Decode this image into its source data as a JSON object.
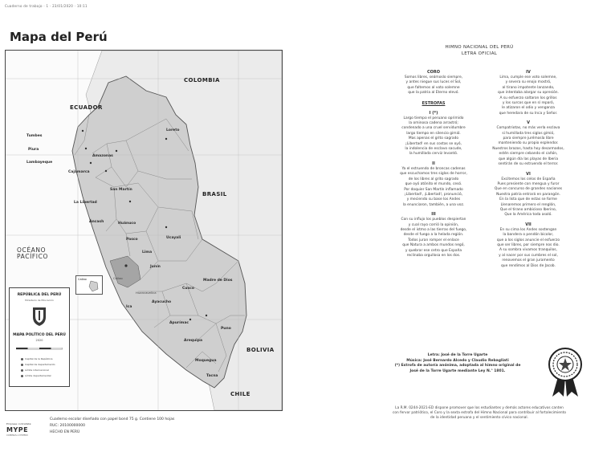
{
  "header": {
    "running_text": "Cuaderno de trabajo · 1 · 23/01/2020 · 10:11"
  },
  "map_page": {
    "title": "Mapa del Perú",
    "countries": [
      {
        "key": "colombia",
        "label": "COLOMBIA"
      },
      {
        "key": "ecuador",
        "label": "ECUADOR"
      },
      {
        "key": "brasil",
        "label": "BRASIL"
      },
      {
        "key": "bolivia",
        "label": "BOLIVIA"
      },
      {
        "key": "chile",
        "label": "CHILE"
      }
    ],
    "ocean_label": "OCÉANO PACÍFICO",
    "regions": [
      "Tumbes",
      "Piura",
      "Lambayeque",
      "Cajamarca",
      "Amazonas",
      "Loreto",
      "San Martín",
      "La Libertad",
      "Áncash",
      "Huánuco",
      "Pasco",
      "Ucayali",
      "Lima",
      "Junín",
      "Callao",
      "Huancavelica",
      "Ica",
      "Ayacucho",
      "Apurímac",
      "Cusco",
      "Madre de Dios",
      "Puno",
      "Arequipa",
      "Moquegua",
      "Tacna"
    ],
    "inset_label": "Callao",
    "legend": {
      "title": "REPÚBLICA DEL PERÚ",
      "subtitle": "Ministerio de Educación",
      "map_title": "MAPA POLÍTICO DEL PERÚ",
      "year": "2020",
      "symbols": [
        "Capital de la República",
        "Capital de departamento",
        "Límite internacional",
        "Límite departamental"
      ]
    },
    "publisher_logo": {
      "top": "Empresa contratista:",
      "name": "MYPE",
      "under": "COMPRAS A MYPERÚ"
    },
    "footer_lines": [
      "Cuaderno escolar diseñado con papel bond 75 g. Contiene 100 hojas",
      "RUC: 20100000000",
      "HECHO EN PERÚ"
    ]
  },
  "anthem_page": {
    "title_line1": "HIMNO NACIONAL DEL PERÚ",
    "title_line2": "LETRA OFICIAL",
    "coro": {
      "heading": "CORO",
      "lines": [
        "Somos libres, seámoslo siempre,",
        "y antes niegue sus luces el Sol,",
        "que faltemos al voto solemne",
        "que la patria al Eterno elevó."
      ]
    },
    "estrofas_heading": "ESTROFAS",
    "left_stanzas": [
      {
        "num": "I (*)",
        "lines": [
          "Largo tiempo el peruano oprimido",
          "la ominosa cadena arrastró;",
          "condenado a una cruel servidumbre",
          "largo tiempo en silencio gimió.",
          "Mas apenas el grito sagrado",
          "¡Libertad! en sus costas se oyó,",
          "la indolencia de esclavo sacude,",
          "la humillada cerviz levantó."
        ]
      },
      {
        "num": "II",
        "lines": [
          "Ya el estruendo de broncas cadenas",
          "que escuchamos tres siglos de horror,",
          "de los libres al grito sagrado",
          "que oyó atónito el mundo, cesó.",
          "Por doquier San Martín inflamado",
          "¡Libertad!, ¡Libertad!, pronunció,",
          "y meciendo su base los Andes",
          "la enunciaron, también, a una voz."
        ]
      },
      {
        "num": "III",
        "lines": [
          "Con su influjo los pueblos despiertan",
          "y cual rayo corrió la opinión,",
          "desde el istmo a las tierras del fuego,",
          "desde el fuego a la helada región.",
          "Todos juran romper el enlace",
          "que Natura a ambos mundos negó,",
          "y quebrar ese cetro que España",
          "reclinaba orgullosa en los dos."
        ]
      }
    ],
    "right_stanzas": [
      {
        "num": "IV",
        "lines": [
          "Lima, cumple ese voto solemne,",
          "y severa su enojo mostró,",
          "al tirano impotente lanzando,",
          "que intentaba alargar su opresión.",
          "A su esfuerzo saltaron los grillos",
          "y los surcos que en sí reparó,",
          "le atizaron el odio y venganza",
          "que heredara de su Inca y Señor."
        ]
      },
      {
        "num": "V",
        "lines": [
          "Compatriotas, no más verla esclava",
          "si humillada tres siglos gimió,",
          "para siempre jurémosla libre",
          "manteniendo su propio esplendor.",
          "Nuestros brazos, hasta hoy desarmados,",
          "estén siempre cebando el cañón,",
          "que algún día las playas de Iberia",
          "sentirán de su estruendo el terror."
        ]
      },
      {
        "num": "VI",
        "lines": [
          "Excitemos los celos de España",
          "Pues presiente con mengua y furor",
          "Que en concurso de grandes naciones",
          "Nuestra patria entrará en parangón.",
          "En la lista que de estas se forme",
          "Llenaremos primero el renglón,",
          "Que el tirano ambicioso Iberino,",
          "Que la América toda asoló."
        ]
      },
      {
        "num": "VII",
        "lines": [
          "En su cima los Andes sostengan",
          "la bandera o pendón bicolor,",
          "que a los siglos anuncie el esfuerzo",
          "que ser libres, por siempre nos dio.",
          "A su sombra vivamos tranquilos,",
          "y al nacer por sus cumbres el sol,",
          "renovemos el gran juramento",
          "que rendimos al Dios de Jacob."
        ]
      }
    ],
    "credits": [
      "Letra: José de la Torre Ugarte",
      "Música: José Bernardo Alcedo y Claudio Rebagliati",
      "(*) Estrofa de autoría anónima, adoptada al himno original de",
      "José de la Torre Ugarte mediante Ley N.° 1801."
    ],
    "rm_note": [
      "La R.M. 0244-2021-ED dispone promover que los estudiantes y demás actores educativos canten",
      "con fervor patriótico, el Coro y la sexta estrofa del Himno Nacional para contribuir al fortalecimiento",
      "de la identidad peruana y el sentimiento cívico nacional."
    ]
  }
}
